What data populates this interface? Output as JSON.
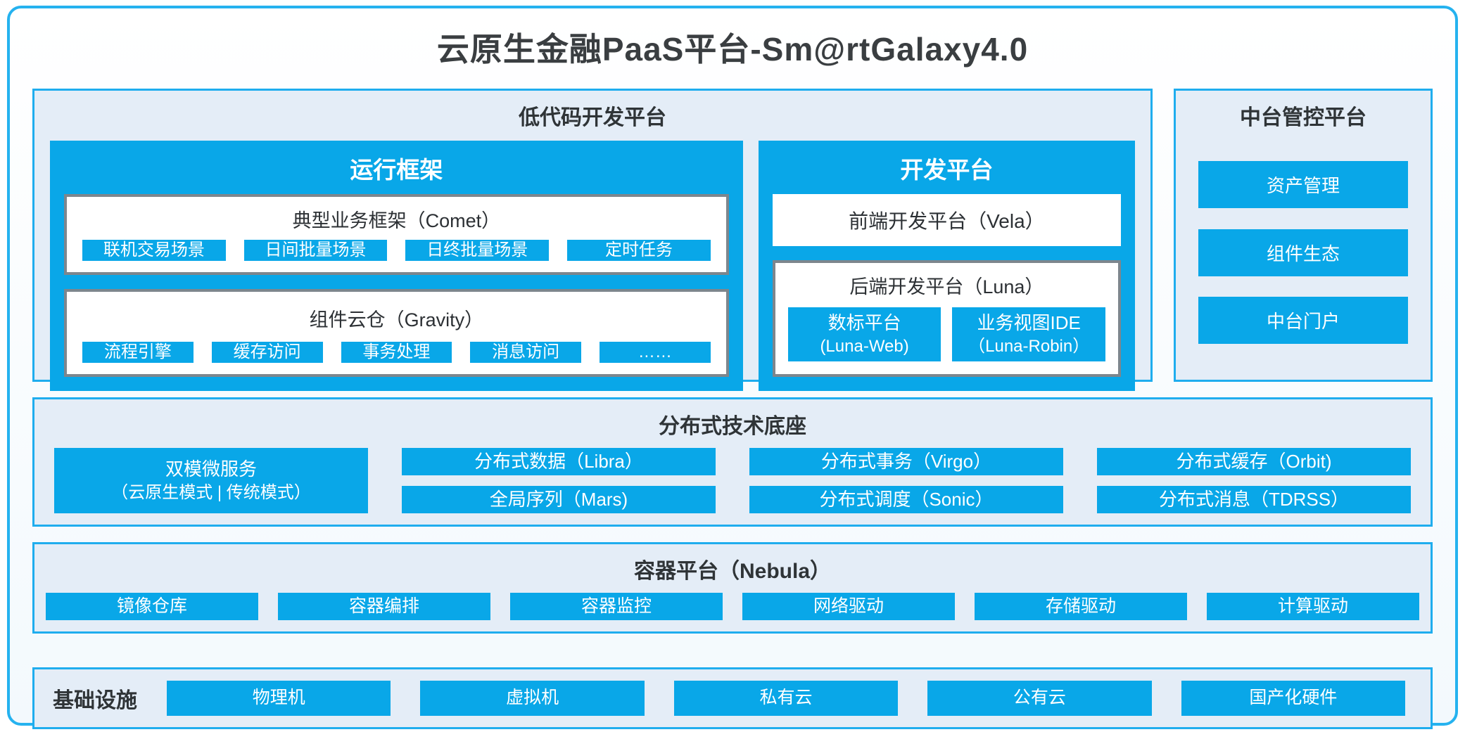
{
  "title": "云原生金融PaaS平台-Sm@rtGalaxy4.0",
  "colors": {
    "primary_blue": "#09a7e8",
    "panel_background": "#e4edf7",
    "panel_border": "#1fadee",
    "gray_border": "#7d868d",
    "dark_text": "#2f3437"
  },
  "lowcode": {
    "title": "低代码开发平台",
    "runtime": {
      "title": "运行框架",
      "comet": {
        "title": "典型业务框架（Comet）",
        "items": [
          "联机交易场景",
          "日间批量场景",
          "日终批量场景",
          "定时任务"
        ]
      },
      "gravity": {
        "title": "组件云仓（Gravity）",
        "items": [
          "流程引擎",
          "缓存访问",
          "事务处理",
          "消息访问",
          "……"
        ]
      }
    },
    "dev": {
      "title": "开发平台",
      "vela": "前端开发平台（Vela）",
      "luna": {
        "title": "后端开发平台（Luna）",
        "items": [
          {
            "line1": "数标平台",
            "line2": "(Luna-Web)"
          },
          {
            "line1": "业务视图IDE",
            "line2": "（Luna-Robin）"
          }
        ]
      }
    }
  },
  "midplatform": {
    "title": "中台管控平台",
    "items": [
      "资产管理",
      "组件生态",
      "中台门户"
    ]
  },
  "distributed": {
    "title": "分布式技术底座",
    "dual_mode": {
      "line1": "双模微服务",
      "line2": "（云原生模式 | 传统模式）"
    },
    "columns": [
      [
        "分布式数据（Libra）",
        "全局序列（Mars)"
      ],
      [
        "分布式事务（Virgo）",
        "分布式调度（Sonic）"
      ],
      [
        "分布式缓存（Orbit)",
        "分布式消息（TDRSS）"
      ]
    ]
  },
  "container": {
    "title": "容器平台（Nebula）",
    "items": [
      "镜像仓库",
      "容器编排",
      "容器监控",
      "网络驱动",
      "存储驱动",
      "计算驱动"
    ]
  },
  "infrastructure": {
    "title": "基础设施",
    "items": [
      "物理机",
      "虚拟机",
      "私有云",
      "公有云",
      "国产化硬件"
    ]
  }
}
